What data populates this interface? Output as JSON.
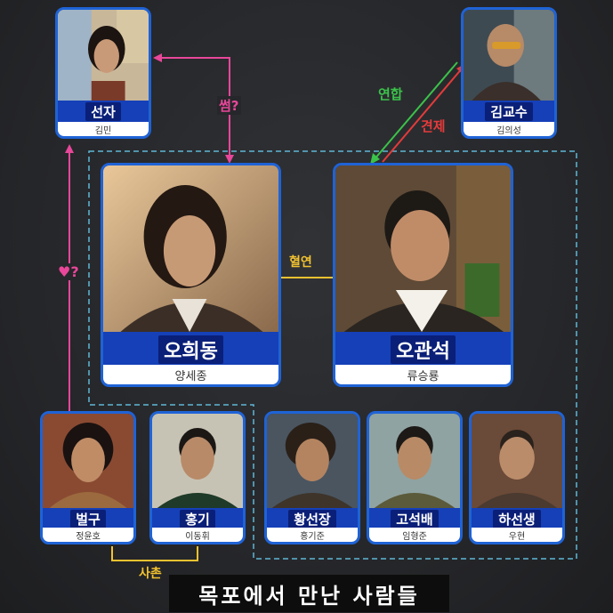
{
  "title": "목포에서 만난 사람들",
  "relations": {
    "some": "썸?",
    "alliance": "연합",
    "check": "견제",
    "blood": "혈연",
    "heart_q": "?",
    "cousin": "사촌"
  },
  "characters": [
    {
      "name": "선자",
      "actor": "김민"
    },
    {
      "name": "김교수",
      "actor": "김의성"
    },
    {
      "name": "오희동",
      "actor": "양세종"
    },
    {
      "name": "오관석",
      "actor": "류승룡"
    },
    {
      "name": "벌구",
      "actor": "정윤호"
    },
    {
      "name": "홍기",
      "actor": "이동휘"
    },
    {
      "name": "황선장",
      "actor": "홍기준"
    },
    {
      "name": "고석배",
      "actor": "임형준"
    },
    {
      "name": "하선생",
      "actor": "우현"
    }
  ],
  "colors": {
    "card_border": "#1f63d6",
    "name_bar": "#1540b8",
    "pink": "#e8479a",
    "green": "#3bc24a",
    "red": "#e43b3b",
    "yellow": "#f2c230",
    "dashed": "#5fb7d6"
  }
}
